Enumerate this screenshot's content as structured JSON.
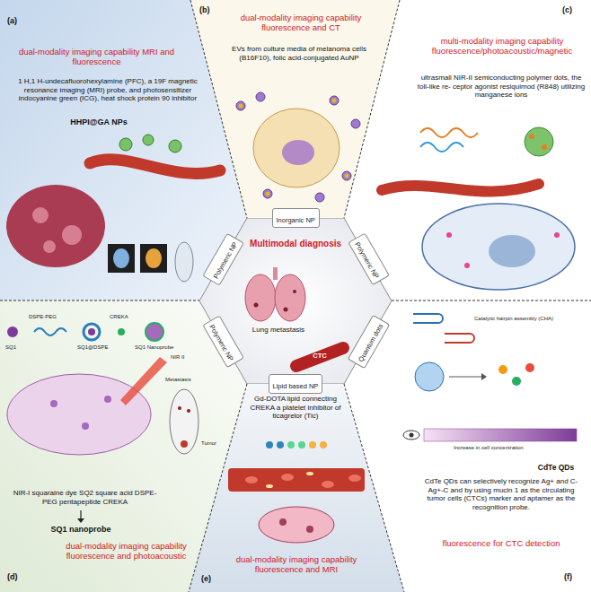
{
  "diagram": {
    "nodes": [
      {
        "text": [
          "(a)",
          "dual-modality imaging capability MRI and fluorescence",
          "1 H,1 H-undecafluorohexylamine (PFC), a 19F magnetic resonance imaging (MRI) probe, and photosensitizer indocyanine green (ICG), heat shock protein 90 inhibitor",
          "HHPI@GA NPs"
        ]
      },
      {
        "text": [
          "(b)",
          "dual-modality imaging capability fluorescence and CT",
          "EVs from culture media of melanoma cells (B16F10), folic acid-conjugated AuNP"
        ]
      },
      {
        "text": [
          "(c)",
          "multi-modality imaging capability fluorescence/photoacoustic/magnetic",
          "ultrasmall NIR-II semiconducting polymer dots, the toll-like re- ceptor agonist resiquimod (R848) utilizing manganese ions"
        ]
      },
      {
        "text": [
          "Polymeric NP"
        ]
      },
      {
        "text": [
          "Inorganic NP"
        ]
      },
      {
        "text": [
          "Polymeric NP"
        ]
      },
      {
        "text": [
          "Multimodal diagnosis",
          "Lung metastasis",
          "CTC"
        ]
      },
      {
        "text": [
          "Polymeric NP"
        ]
      },
      {
        "text": [
          "Quantum dots"
        ]
      },
      {
        "text": [
          "Lipid based NP"
        ]
      },
      {
        "text": [
          "(d)",
          "NIR-I squaraine dye SQ2 square acid DSPE-PEG pentapeptide CREKA",
          "SQ1 nanoprobe",
          "dual-modality imaging capability fluorescence and photoacoustic"
        ]
      },
      {
        "text": [
          "(e)",
          "Gd-DOTA lipid connecting CREKA a platelet inhibitor of ticagrelor (Tic)",
          "dual-modality imaging capability fluorescence and MRI"
        ]
      },
      {
        "text": [
          "(f)",
          "CdTe QDs",
          "CdTe QDs can selectively recognize Ag+ and C-Ag+-C and by using mucin 1 as the circulating tumor cells (CTCs) marker and aptamer as the recognition probe.",
          "fluorescence for CTC detection"
        ]
      }
    ],
    "labels": [
      "SQ1",
      "DSPE-PEG",
      "SQ1@DSPE",
      "CREKA",
      "SQ1 Nanoprobe",
      "NIR II",
      "Tumor",
      "Metastasis",
      "Catalytic hairpin assembly (CHA)",
      "Increase in cell concentration"
    ]
  }
}
